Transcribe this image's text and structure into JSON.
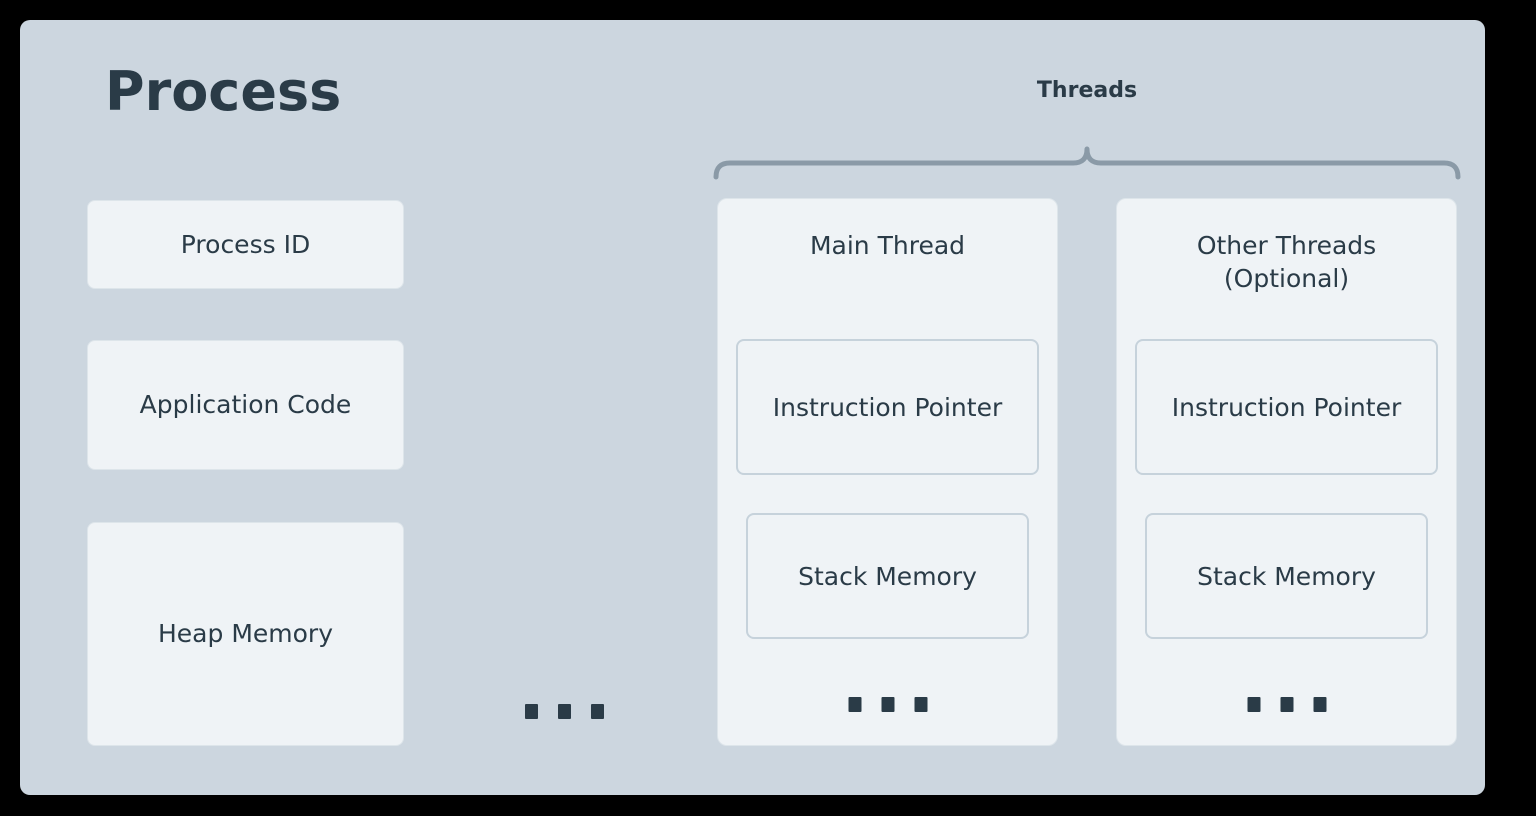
{
  "colors": {
    "page_background": "#000000",
    "panel_background": "#ccd6df",
    "card_background": "#eff3f6",
    "card_border": "#dde5ea",
    "inner_border": "#c6d2db",
    "text": "#2a3b47",
    "brace_stroke": "#8a9aa7"
  },
  "process": {
    "title": "Process",
    "attributes": [
      {
        "label": "Process ID"
      },
      {
        "label": "Application Code"
      },
      {
        "label": "Heap Memory"
      }
    ],
    "ellipsis": "..."
  },
  "threads": {
    "group_label": "Threads",
    "columns": [
      {
        "title": "Main Thread",
        "items": [
          {
            "label": "Instruction Pointer"
          },
          {
            "label": "Stack Memory"
          }
        ],
        "ellipsis": "..."
      },
      {
        "title": "Other Threads (Optional)",
        "title_line1": "Other Threads",
        "title_line2": "(Optional)",
        "items": [
          {
            "label": "Instruction Pointer"
          },
          {
            "label": "Stack Memory"
          }
        ],
        "ellipsis": "..."
      }
    ]
  }
}
